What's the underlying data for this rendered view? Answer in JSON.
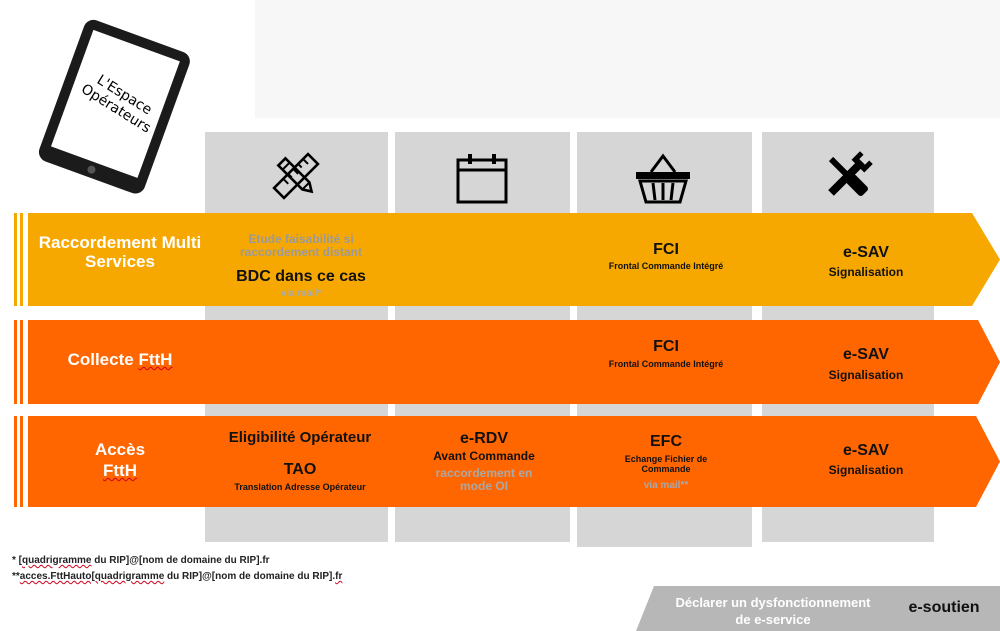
{
  "tablet": {
    "label": "L'Espace Opérateurs"
  },
  "columns": [
    {
      "icon": "ruler-pencil-icon"
    },
    {
      "icon": "calendar-icon"
    },
    {
      "icon": "basket-icon"
    },
    {
      "icon": "tools-icon"
    }
  ],
  "rows": {
    "raccordement": {
      "title": "Raccordement Multi Services",
      "color": "#f7a800",
      "etude_line": "Etude faisabilité si raccordement distant",
      "bdc": "BDC dans ce cas",
      "via_mail": "via mail*",
      "fci": "FCI",
      "fci_sub": "Frontal Commande Intégré",
      "esav": "e-SAV",
      "esav_sub": "Signalisation"
    },
    "collecte": {
      "title_prefix": "Collecte ",
      "title_word": "FttH",
      "color": "#ff6600",
      "fci": "FCI",
      "fci_sub": "Frontal Commande Intégré",
      "esav": "e-SAV",
      "esav_sub": "Signalisation"
    },
    "acces": {
      "title_line1": "Accès",
      "title_line2": "FttH",
      "color": "#ff6600",
      "eligibilite": "Eligibilité Opérateur",
      "tao": "TAO",
      "tao_sub": "Translation Adresse Opérateur",
      "erdv": "e-RDV",
      "erdv_sub": "Avant Commande",
      "erdv_grey": "raccordement en mode OI",
      "efc": "EFC",
      "efc_sub": "Echange Fichier de Commande",
      "efc_mail": "via mail**",
      "esav": "e-SAV",
      "esav_sub": "Signalisation"
    }
  },
  "footnotes": {
    "f1_prefix": "* [",
    "f1_word": "quadrigramme",
    "f1_rest": " du RIP]@[nom de domaine du RIP].fr",
    "f2_prefix": "**",
    "f2_word": "acces.FttHauto[quadrigramme",
    "f2_rest": " du RIP]@[nom de domaine du RIP].",
    "f2_end": "fr"
  },
  "esoutien": {
    "line1": "Déclarer un dysfonctionnement",
    "line2": "de e-service",
    "label": "e-soutien"
  }
}
